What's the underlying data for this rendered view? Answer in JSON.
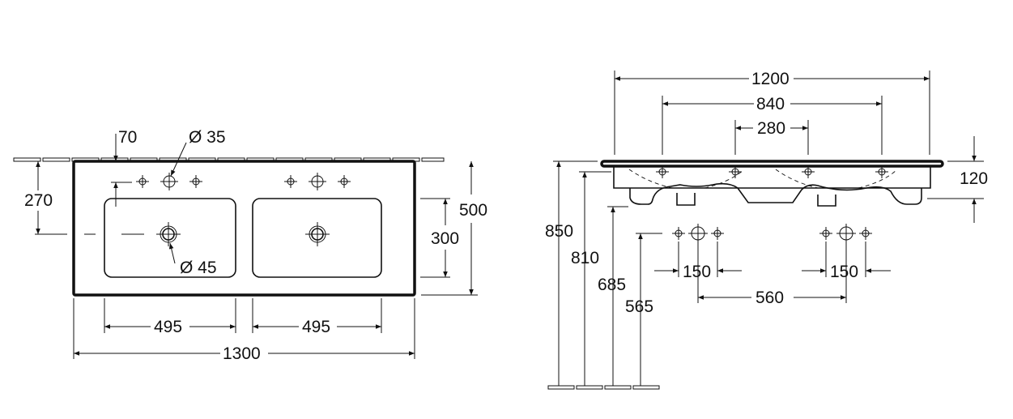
{
  "top_view": {
    "dim_tap_offset": "70",
    "dim_tap_hole": "Ø 35",
    "dim_drain_hole": "Ø 45",
    "dim_drain_depth": "270",
    "dim_total_depth": "500",
    "dim_basin_depth": "300",
    "dim_basin_width_left": "495",
    "dim_basin_width_right": "495",
    "dim_total_width": "1300"
  },
  "side_view": {
    "dim_overall": "1200",
    "dim_tap_spacing": "840",
    "dim_center_gap": "280",
    "dim_height": "120",
    "dim_top_height": "850",
    "dim_underside_height": "810",
    "dim_bowl_bottom_height": "685",
    "dim_trap_height": "565",
    "dim_valve_spacing_left": "150",
    "dim_valve_spacing_right": "150",
    "dim_valve_centers": "560"
  }
}
